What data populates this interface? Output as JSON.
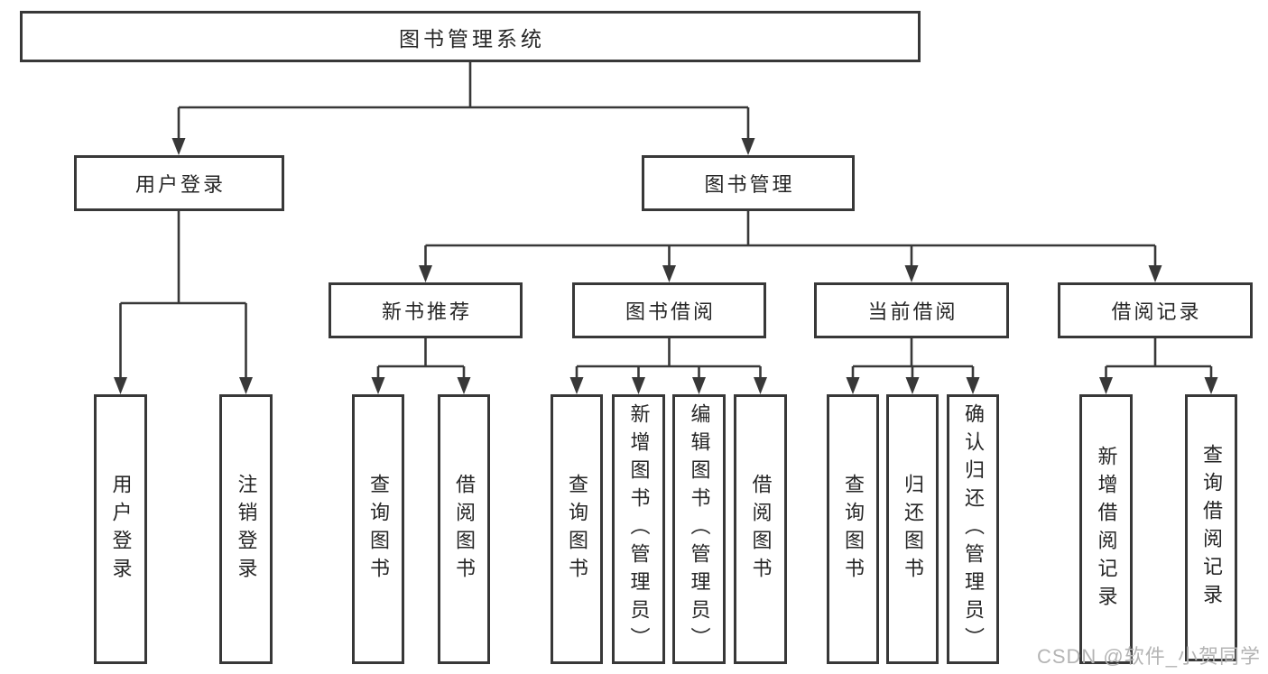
{
  "hierarchy": {
    "label": "图书管理系统",
    "children": [
      {
        "label": "用户登录",
        "children": [
          {
            "label": "用户登录"
          },
          {
            "label": "注销登录"
          }
        ]
      },
      {
        "label": "图书管理",
        "children": [
          {
            "label": "新书推荐",
            "children": [
              {
                "label": "查询图书"
              },
              {
                "label": "借阅图书"
              }
            ]
          },
          {
            "label": "图书借阅",
            "children": [
              {
                "label": "查询图书"
              },
              {
                "label": "新增图书（管理员）"
              },
              {
                "label": "编辑图书（管理员）"
              },
              {
                "label": "借阅图书"
              }
            ]
          },
          {
            "label": "当前借阅",
            "children": [
              {
                "label": "查询图书"
              },
              {
                "label": "归还图书"
              },
              {
                "label": "确认归还（管理员）"
              }
            ]
          },
          {
            "label": "借阅记录",
            "children": [
              {
                "label": "新增借阅记录"
              },
              {
                "label": "查询借阅记录"
              }
            ]
          }
        ]
      }
    ]
  },
  "watermark": "CSDN @软件_小贺同学",
  "colors": {
    "line": "#383838",
    "ink": "#262626",
    "wm": "#b4b4b4",
    "bg": "#ffffff"
  }
}
